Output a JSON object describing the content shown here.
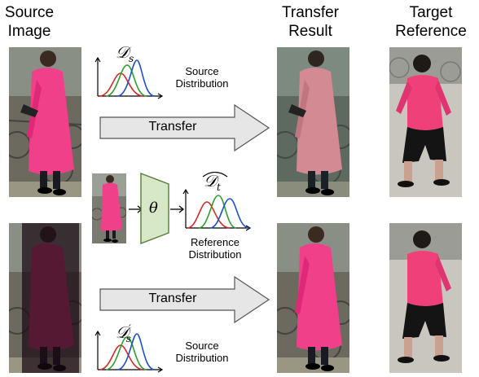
{
  "headers": {
    "source_line1": "Source",
    "source_line2": "Image",
    "result_line1": "Transfer",
    "result_line2": "Result",
    "target_line1": "Target",
    "target_line2": "Reference"
  },
  "arrows": {
    "top_label": "Transfer",
    "bottom_label": "Transfer"
  },
  "distributions": {
    "top_symbol": "𝒟",
    "top_sub": "s",
    "top_label_line1": "Source",
    "top_label_line2": "Distribution",
    "middle_symbol": "𝒟",
    "middle_sub": "t",
    "middle_label_line1": "Reference",
    "middle_label_line2": "Distribution",
    "bottom_symbol": "𝒟",
    "bottom_prime": "′",
    "bottom_sub": "s",
    "bottom_label_line1": "Source",
    "bottom_label_line2": "Distribution"
  },
  "network": {
    "symbol": "θ",
    "color": "#d6e8c6",
    "stroke": "#5a7a3a"
  },
  "curve_colors": [
    "#d62728",
    "#2ca02c",
    "#1f4fd0"
  ],
  "arrow_fill": "#e6e6e6"
}
